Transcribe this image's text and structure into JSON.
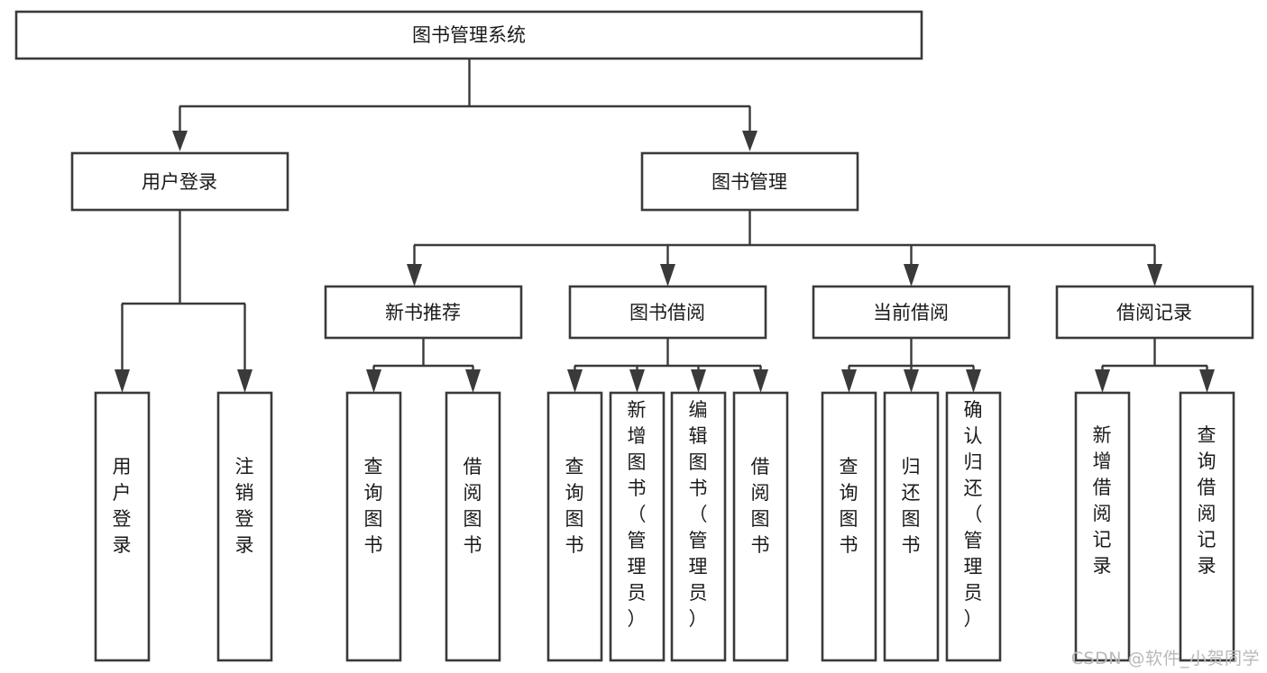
{
  "diagram": {
    "type": "tree",
    "title": "图书管理系统",
    "watermark": "CSDN @软件_小贺同学",
    "root": {
      "id": "root",
      "label": "图书管理系统",
      "orientation": "horizontal"
    },
    "level2": [
      {
        "id": "user-login",
        "label": "用户登录",
        "orientation": "horizontal"
      },
      {
        "id": "book-manage",
        "label": "图书管理",
        "orientation": "horizontal"
      }
    ],
    "level3": [
      {
        "id": "new-book-recommend",
        "label": "新书推荐",
        "orientation": "horizontal",
        "parent": "book-manage"
      },
      {
        "id": "book-borrow",
        "label": "图书借阅",
        "orientation": "horizontal",
        "parent": "book-manage"
      },
      {
        "id": "current-borrow",
        "label": "当前借阅",
        "orientation": "horizontal",
        "parent": "book-manage"
      },
      {
        "id": "borrow-record",
        "label": "借阅记录",
        "orientation": "horizontal",
        "parent": "book-manage"
      }
    ],
    "leaves": [
      {
        "id": "leaf-user-login",
        "label": "用户登录",
        "orientation": "vertical",
        "parent": "user-login"
      },
      {
        "id": "leaf-user-logout",
        "label": "注销登录",
        "orientation": "vertical",
        "parent": "user-login"
      },
      {
        "id": "leaf-query-book-1",
        "label": "查询图书",
        "orientation": "vertical",
        "parent": "new-book-recommend"
      },
      {
        "id": "leaf-borrow-book-1",
        "label": "借阅图书",
        "orientation": "vertical",
        "parent": "new-book-recommend"
      },
      {
        "id": "leaf-query-book-2",
        "label": "查询图书",
        "orientation": "vertical",
        "parent": "book-borrow"
      },
      {
        "id": "leaf-add-book",
        "label": "新增图书（管理员）",
        "orientation": "vertical",
        "parent": "book-borrow"
      },
      {
        "id": "leaf-edit-book",
        "label": "编辑图书（管理员）",
        "orientation": "vertical",
        "parent": "book-borrow"
      },
      {
        "id": "leaf-borrow-book-2",
        "label": "借阅图书",
        "orientation": "vertical",
        "parent": "book-borrow"
      },
      {
        "id": "leaf-query-book-3",
        "label": "查询图书",
        "orientation": "vertical",
        "parent": "current-borrow"
      },
      {
        "id": "leaf-return-book",
        "label": "归还图书",
        "orientation": "vertical",
        "parent": "current-borrow"
      },
      {
        "id": "leaf-confirm-return",
        "label": "确认归还（管理员）",
        "orientation": "vertical",
        "parent": "current-borrow"
      },
      {
        "id": "leaf-add-record",
        "label": "新增借阅记录",
        "orientation": "vertical",
        "parent": "borrow-record"
      },
      {
        "id": "leaf-query-record",
        "label": "查询借阅记录",
        "orientation": "vertical",
        "parent": "borrow-record"
      }
    ],
    "colors": {
      "box_stroke": "#3a3a3a",
      "box_fill": "#ffffff",
      "connector": "#3a3a3a",
      "text": "#1a1a1a",
      "background": "#ffffff",
      "watermark": "#b9b9b9"
    }
  }
}
